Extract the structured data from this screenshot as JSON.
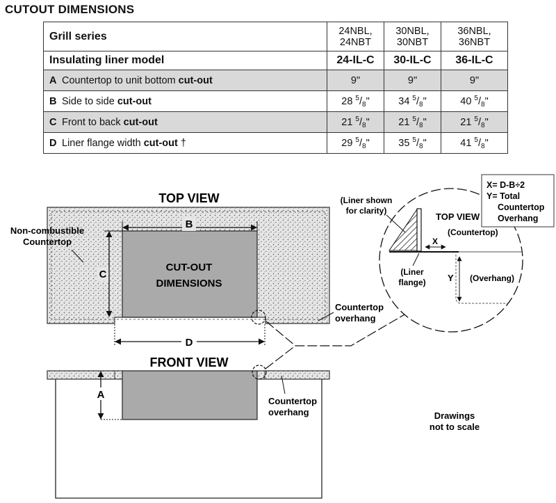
{
  "title": "CUTOUT DIMENSIONS",
  "table": {
    "header_label": "Grill series",
    "series": [
      {
        "l1": "24NBL,",
        "l2": "24NBT"
      },
      {
        "l1": "30NBL,",
        "l2": "30NBT"
      },
      {
        "l1": "36NBL,",
        "l2": "36NBT"
      }
    ],
    "liner_label": "Insulating liner model",
    "liner_models": [
      "24-IL-C",
      "30-IL-C",
      "36-IL-C"
    ],
    "rows": [
      {
        "key": "A",
        "text": "Countertop to unit bottom ",
        "bold": "cut-out",
        "suffix": "",
        "values": [
          {
            "w": "9\"",
            "n": "",
            "d": ""
          },
          {
            "w": "9\"",
            "n": "",
            "d": ""
          },
          {
            "w": "9\"",
            "n": "",
            "d": ""
          }
        ]
      },
      {
        "key": "B",
        "text": "Side to side ",
        "bold": "cut-out",
        "suffix": "",
        "values": [
          {
            "w": "28 ",
            "n": "5",
            "d": "8"
          },
          {
            "w": "34 ",
            "n": "5",
            "d": "8"
          },
          {
            "w": "40 ",
            "n": "5",
            "d": "8"
          }
        ]
      },
      {
        "key": "C",
        "text": "Front to back ",
        "bold": "cut-out",
        "suffix": "",
        "values": [
          {
            "w": "21 ",
            "n": "5",
            "d": "8"
          },
          {
            "w": "21 ",
            "n": "5",
            "d": "8"
          },
          {
            "w": "21 ",
            "n": "5",
            "d": "8"
          }
        ]
      },
      {
        "key": "D",
        "text": "Liner flange width ",
        "bold": "cut-out",
        "suffix": " †",
        "values": [
          {
            "w": "29 ",
            "n": "5",
            "d": "8"
          },
          {
            "w": "35 ",
            "n": "5",
            "d": "8"
          },
          {
            "w": "41 ",
            "n": "5",
            "d": "8"
          }
        ]
      }
    ]
  },
  "diagram": {
    "top_view_title": "TOP VIEW",
    "front_view_title": "FRONT VIEW",
    "noncombustible_1": "Non-combustible",
    "noncombustible_2": "Countertop",
    "cutout_1": "CUT-",
    "cutout_2": "OUT",
    "cutout_3": "DIMENSIONS",
    "label_a": "A",
    "label_b": "B",
    "label_c": "C",
    "label_d": "D",
    "overhang_1": "Countertop",
    "overhang_2": "overhang",
    "overhang_front_1": "Countertop",
    "overhang_front_2": "overhang",
    "scale_1": "Drawings",
    "scale_2": "not to scale"
  },
  "detail": {
    "liner_1": "(Liner shown",
    "liner_2": "for clarity)",
    "top_view": "TOP VIEW",
    "countertop": "(Countertop)",
    "x": "X",
    "y": "Y",
    "overhang": "(Overhang)",
    "flange_1": "(Liner",
    "flange_2": "flange)"
  },
  "legend": {
    "line1": "X= D-B÷2",
    "line2": "Y= Total",
    "line3": "Countertop",
    "line4": "Overhang"
  }
}
